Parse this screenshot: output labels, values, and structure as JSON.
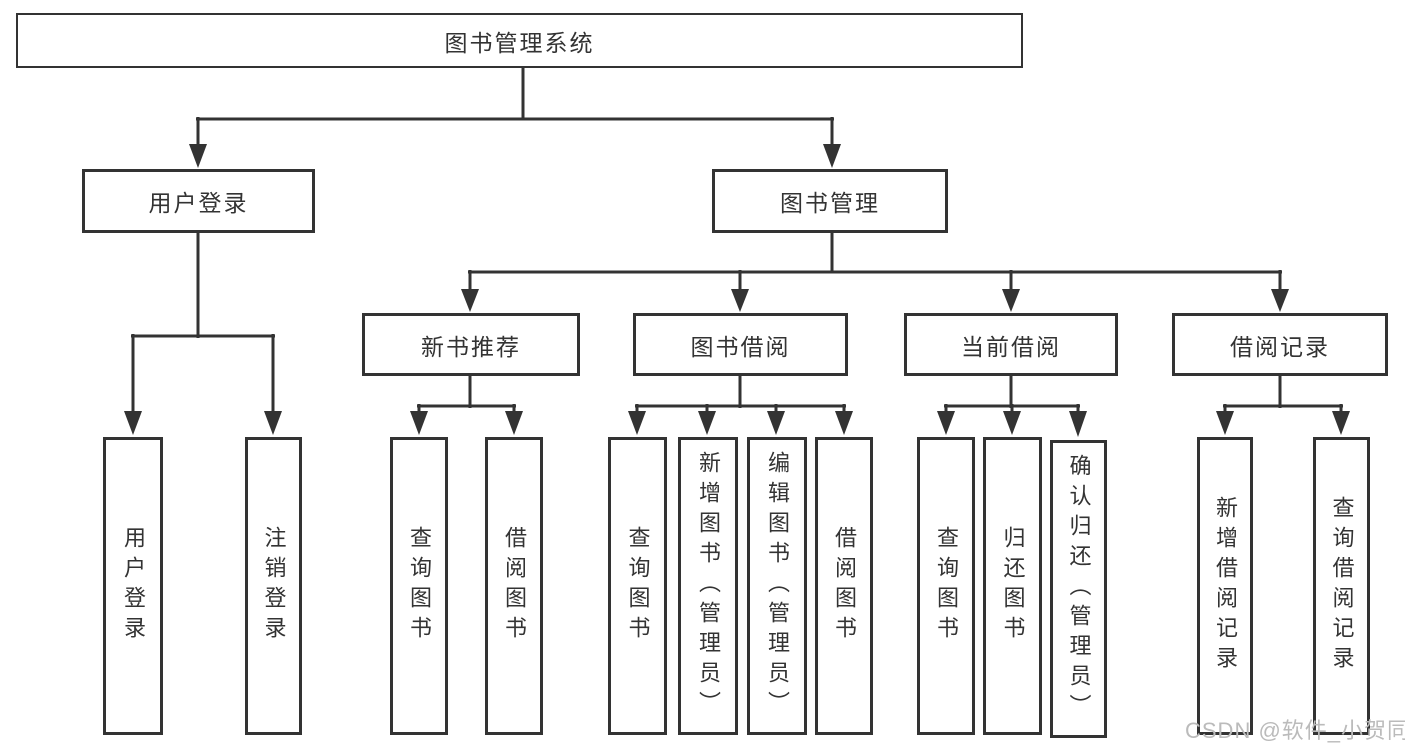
{
  "nodes": {
    "root": {
      "label": "图书管理系统"
    },
    "level1": {
      "user_login": {
        "label": "用户登录"
      },
      "book_management": {
        "label": "图书管理"
      }
    },
    "level2": {
      "new_book_recommend": {
        "label": "新书推荐"
      },
      "book_borrowing": {
        "label": "图书借阅"
      },
      "current_borrowing": {
        "label": "当前借阅"
      },
      "borrowing_records": {
        "label": "借阅记录"
      }
    },
    "leaves": {
      "user_login": {
        "label": "用户登录"
      },
      "logout": {
        "label": "注销登录"
      },
      "query_books_recommend": {
        "label": "查询图书"
      },
      "borrow_books_recommend": {
        "label": "借阅图书"
      },
      "query_books_borrowing": {
        "label": "查询图书"
      },
      "add_books_admin": {
        "label": "新增图书（管理员）"
      },
      "edit_books_admin": {
        "label": "编辑图书（管理员）"
      },
      "borrow_books_borrowing": {
        "label": "借阅图书"
      },
      "query_books_current": {
        "label": "查询图书"
      },
      "return_books": {
        "label": "归还图书"
      },
      "confirm_return_admin": {
        "label": "确认归还（管理员）"
      },
      "add_borrow_record": {
        "label": "新增借阅记录"
      },
      "query_borrow_record": {
        "label": "查询借阅记录"
      }
    }
  },
  "watermark": {
    "text": "CSDN @软件_小贺同学"
  },
  "colors": {
    "line": "#333333",
    "border": "#333333",
    "text": "#333333",
    "watermark": "#bbbbbb",
    "background": "#ffffff"
  }
}
